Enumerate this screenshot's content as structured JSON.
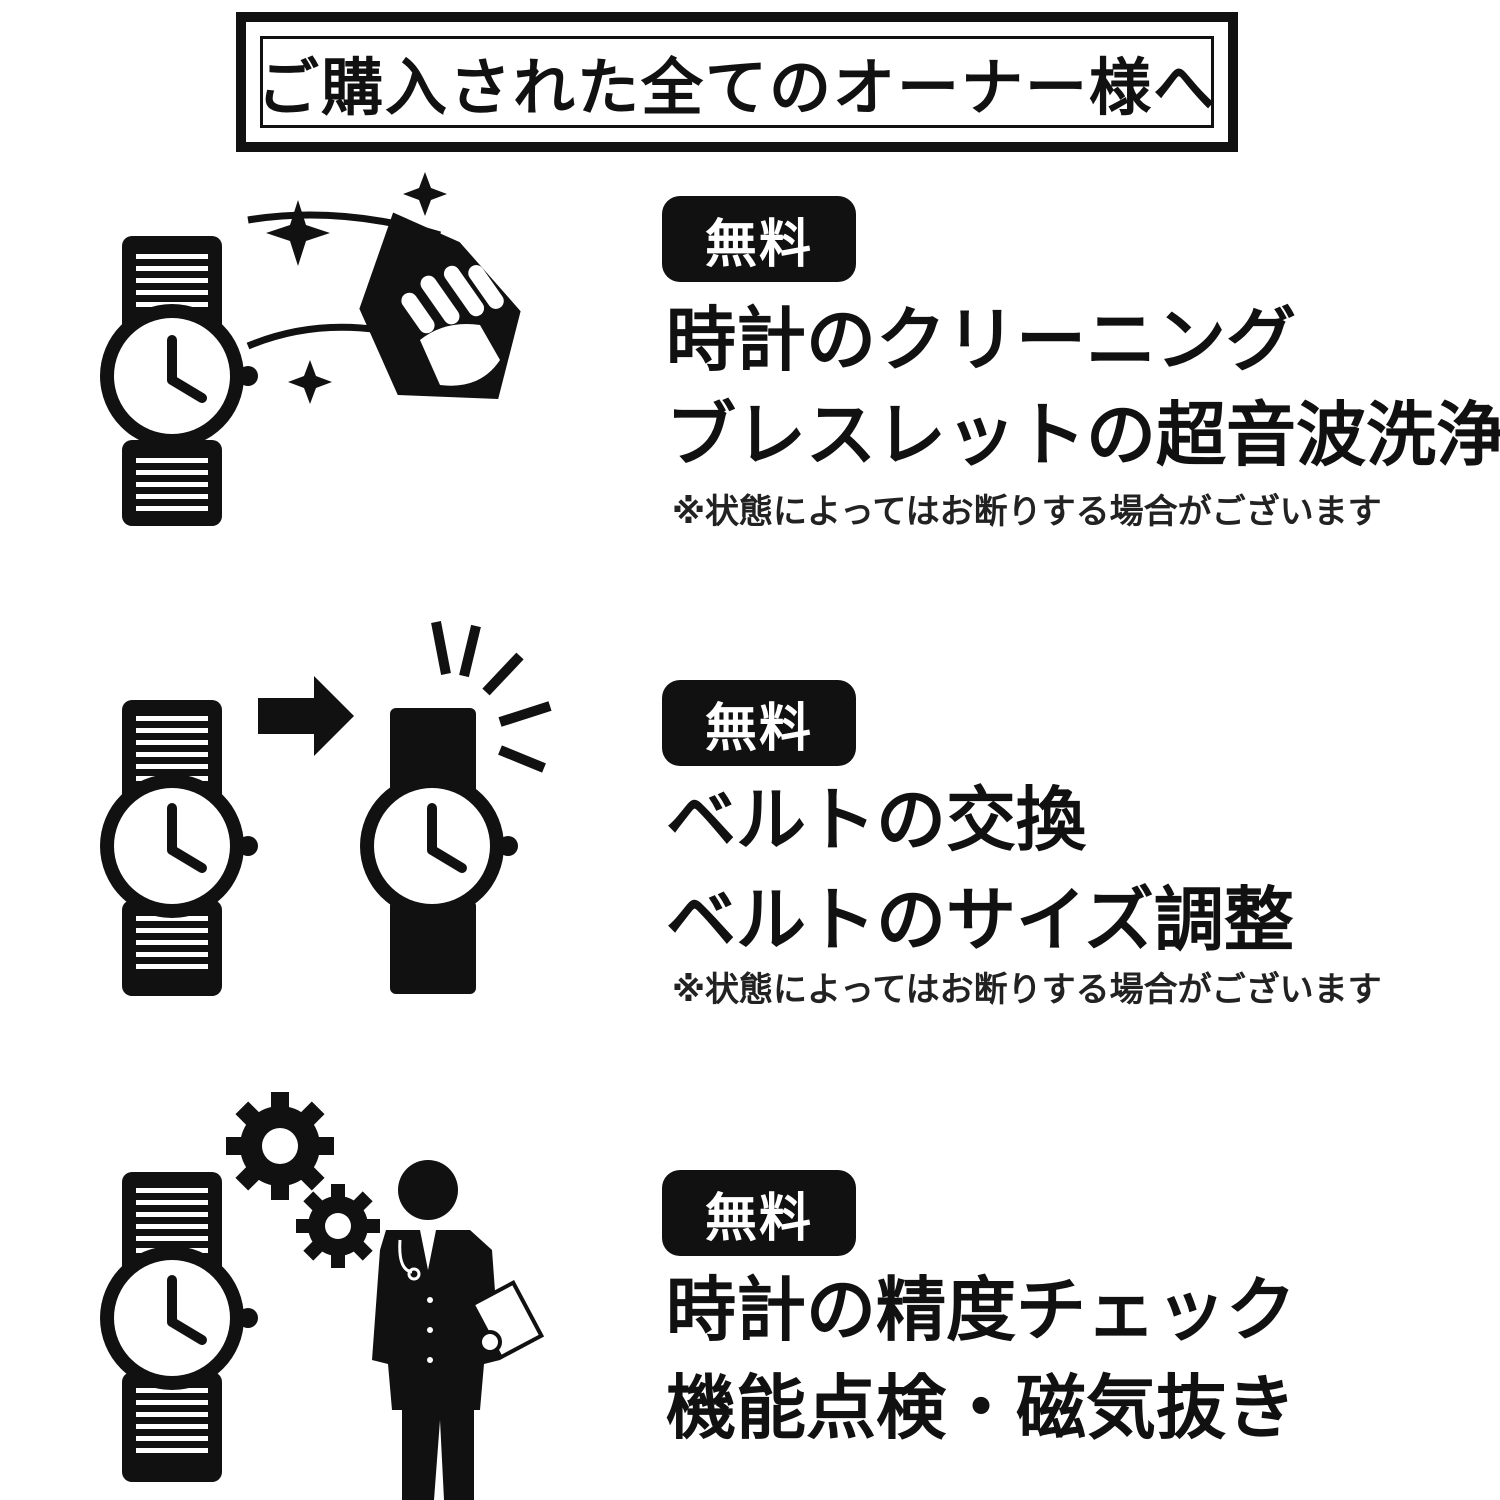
{
  "header": {
    "title": "ご購入された全てのオーナー様へ"
  },
  "services": [
    {
      "badge": "無料",
      "line1": "時計のクリーニング",
      "line2": "ブレスレットの超音波洗浄",
      "note": "※状態によってはお断りする場合がございます",
      "icon": "watch-cleaning-icon"
    },
    {
      "badge": "無料",
      "line1": "ベルトの交換",
      "line2": "ベルトのサイズ調整",
      "note": "※状態によってはお断りする場合がございます",
      "icon": "belt-exchange-icon"
    },
    {
      "badge": "無料",
      "line1": "時計の精度チェック",
      "line2": "機能点検・磁気抜き",
      "icon": "precision-check-icon"
    }
  ],
  "colors": {
    "ink": "#111111",
    "background": "#ffffff"
  }
}
